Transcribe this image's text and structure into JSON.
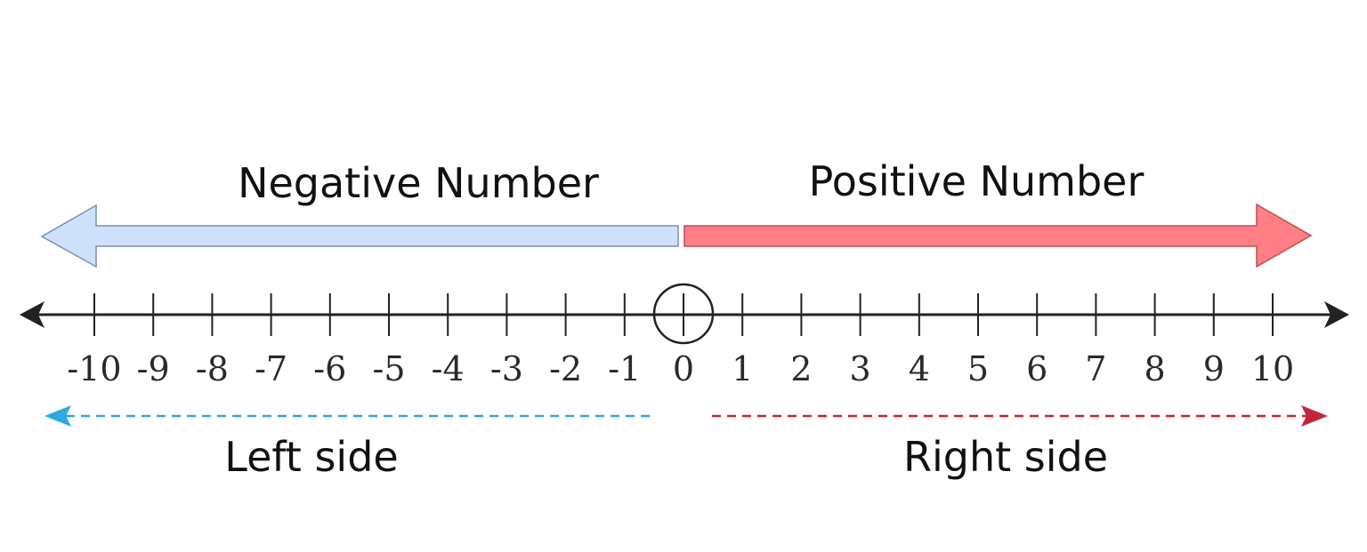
{
  "labels": {
    "negative": "Negative Number",
    "positive": "Positive Number",
    "left": "Left side",
    "right": "Right side"
  },
  "number_line": {
    "ticks": [
      {
        "value": -10,
        "label": "-10"
      },
      {
        "value": -9,
        "label": "-9"
      },
      {
        "value": -8,
        "label": "-8"
      },
      {
        "value": -7,
        "label": "-7"
      },
      {
        "value": -6,
        "label": "-6"
      },
      {
        "value": -5,
        "label": "-5"
      },
      {
        "value": -4,
        "label": "-4"
      },
      {
        "value": -3,
        "label": "-3"
      },
      {
        "value": -2,
        "label": "-2"
      },
      {
        "value": -1,
        "label": "-1"
      },
      {
        "value": 0,
        "label": "0"
      },
      {
        "value": 1,
        "label": "1"
      },
      {
        "value": 2,
        "label": "2"
      },
      {
        "value": 3,
        "label": "3"
      },
      {
        "value": 4,
        "label": "4"
      },
      {
        "value": 5,
        "label": "5"
      },
      {
        "value": 6,
        "label": "6"
      },
      {
        "value": 7,
        "label": "7"
      },
      {
        "value": 8,
        "label": "8"
      },
      {
        "value": 9,
        "label": "9"
      },
      {
        "value": 10,
        "label": "10"
      }
    ],
    "origin_circled": true
  },
  "colors": {
    "negative_fill": "#cfe0fb",
    "negative_stroke": "#7a8fb3",
    "positive_fill": "#ff7f84",
    "positive_stroke": "#b84f55",
    "axis": "#222222",
    "left_dash": "#2fa9df",
    "right_dash": "#c1253a"
  }
}
